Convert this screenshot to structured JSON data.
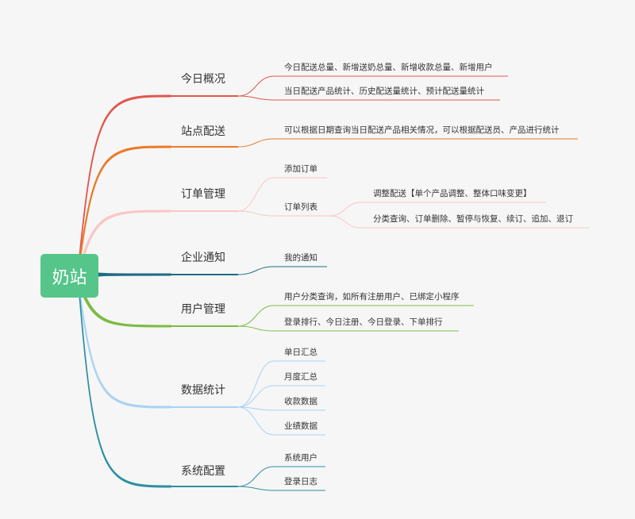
{
  "root": {
    "label": "奶站",
    "color": "#55c58a"
  },
  "branches": [
    {
      "id": "today-overview",
      "label": "今日概况",
      "color": "#e2574c",
      "children": [
        {
          "label": "今日配送总量、新增送奶总量、新增收款总量、新增用户"
        },
        {
          "label": "当日配送产品统计、历史配送量统计、预计配送量统计"
        }
      ]
    },
    {
      "id": "station-delivery",
      "label": "站点配送",
      "color": "#ea7b2a",
      "children": [
        {
          "label": "可以根据日期查询当日配送产品相关情况，可以根据配送员、产品进行统计"
        }
      ]
    },
    {
      "id": "order-management",
      "label": "订单管理",
      "color": "#f9c7c3",
      "children": [
        {
          "label": "添加订单"
        },
        {
          "label": "订单列表",
          "children": [
            {
              "label": "调整配送【单个产品调整、整体口味变更】"
            },
            {
              "label": "分类查询、订单删除、暂停与恢复、续订、追加、退订"
            }
          ]
        }
      ]
    },
    {
      "id": "enterprise-notice",
      "label": "企业通知",
      "color": "#1f6b84",
      "children": [
        {
          "label": "我的通知"
        }
      ]
    },
    {
      "id": "user-management",
      "label": "用户管理",
      "color": "#7dbb42",
      "children": [
        {
          "label": "用户分类查询，如所有注册用户、已绑定小程序"
        },
        {
          "label": "登录排行、今日注册、今日登录、下单排行"
        }
      ]
    },
    {
      "id": "data-statistics",
      "label": "数据统计",
      "color": "#a9d2f5",
      "children": [
        {
          "label": "单日汇总"
        },
        {
          "label": "月度汇总"
        },
        {
          "label": "收款数据"
        },
        {
          "label": "业绩数据"
        }
      ]
    },
    {
      "id": "system-config",
      "label": "系统配置",
      "color": "#2f8fa0",
      "children": [
        {
          "label": "系统用户"
        },
        {
          "label": "登录日志"
        }
      ]
    }
  ]
}
